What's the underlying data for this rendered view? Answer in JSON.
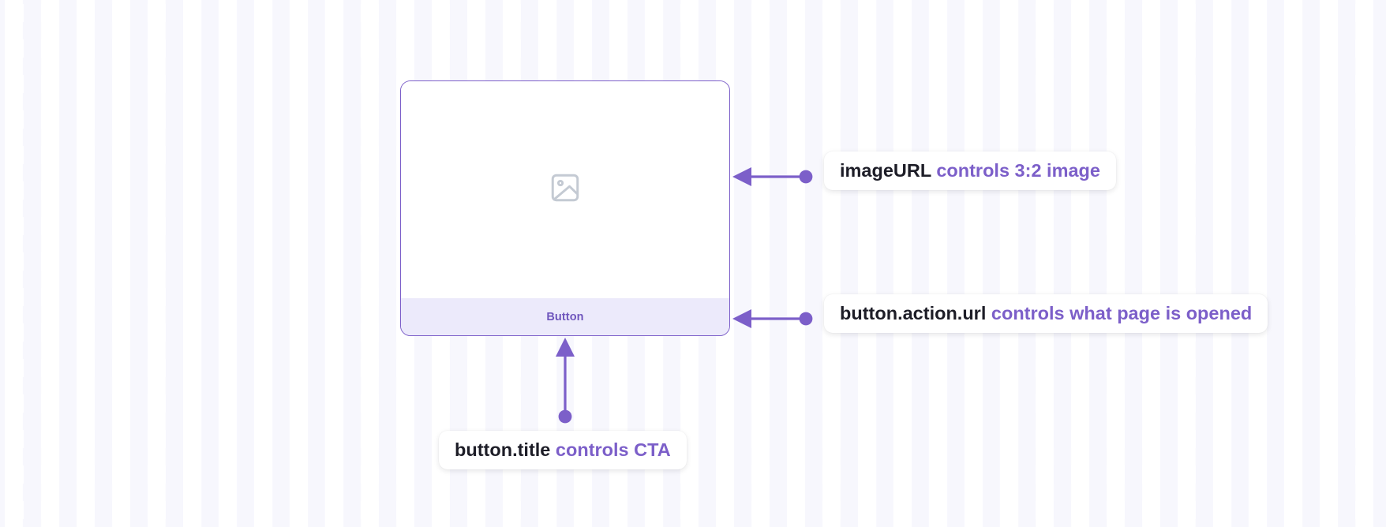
{
  "canvas": {
    "accent_color": "#7c5fc9",
    "button_bar_color": "#ECEAFB",
    "code_text_color": "#1d1d27",
    "grid_square_color": "#f7f7fd",
    "background_color": "#ffffff"
  },
  "card": {
    "image_placeholder_icon": "image-icon",
    "button": {
      "label": "Button"
    }
  },
  "annotations": [
    {
      "id": "image-url",
      "code": "imageURL",
      "description": "controls 3:2 image",
      "arrow": "points-left-to-card-image-area"
    },
    {
      "id": "button-action-url",
      "code": "button.action.url",
      "description": "controls what page is opened",
      "arrow": "points-left-to-card-button-bar"
    },
    {
      "id": "button-title",
      "code": "button.title",
      "description": "controls CTA",
      "arrow": "points-up-to-card-button-bar"
    }
  ]
}
